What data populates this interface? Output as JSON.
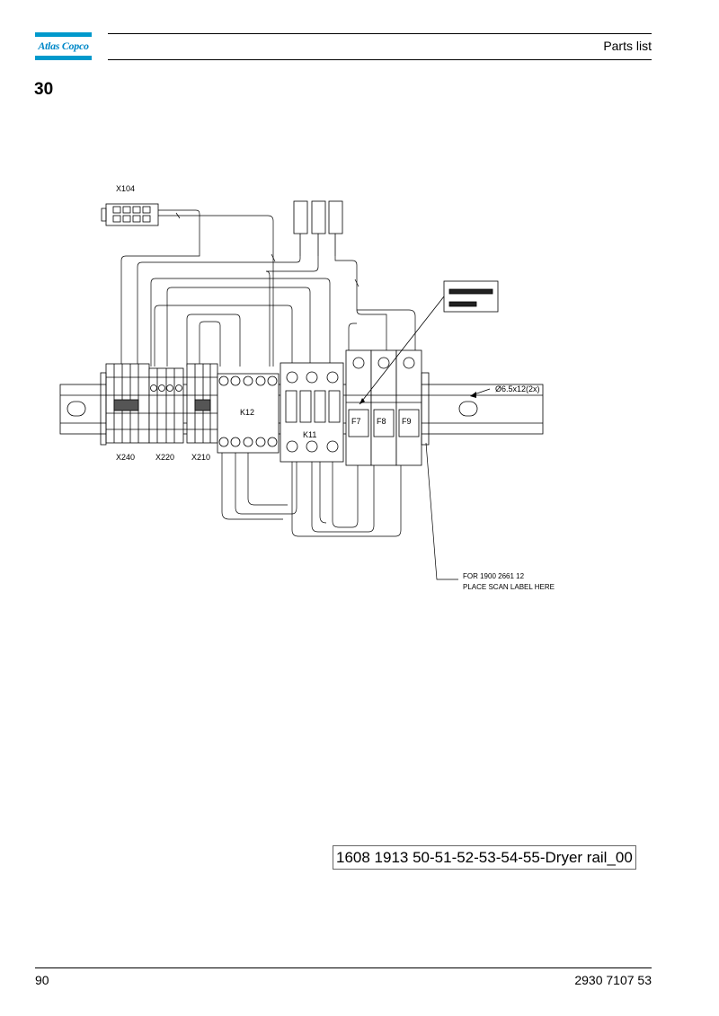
{
  "header": {
    "brand": "Atlas Copco",
    "title": "Parts list"
  },
  "section": {
    "number": "30"
  },
  "diagram": {
    "labels": {
      "x104": "X104",
      "x240": "X240",
      "x220": "X220",
      "x210": "X210",
      "k12": "K12",
      "k11": "K11",
      "f7": "F7",
      "f8": "F8",
      "f9": "F9",
      "hole": "Ø6.5x12(2x)",
      "scan_line1": "FOR 1900 2661 12",
      "scan_line2": "PLACE SCAN LABEL HERE"
    },
    "caption": "1608 1913 50-51-52-53-54-55-Dryer rail_00"
  },
  "footer": {
    "page": "90",
    "doc_number": "2930 7107 53"
  }
}
